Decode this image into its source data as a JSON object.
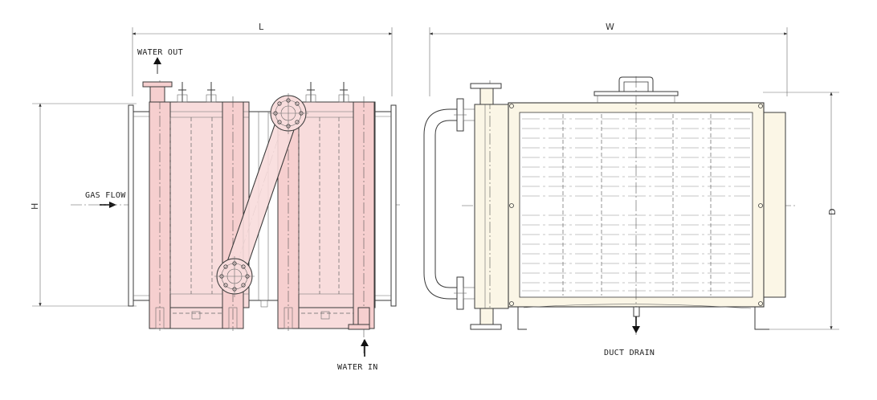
{
  "labels": {
    "water_out": "WATER OUT",
    "water_in": "WATER IN",
    "gas_flow": "GAS FLOW",
    "duct_drain": "DUCT DRAIN"
  },
  "dimensions": {
    "length": "L",
    "height": "H",
    "width": "W",
    "depth": "D"
  },
  "colors": {
    "casing_fill": "#f8dcdc",
    "frame_fill": "#fbf6e6",
    "line": "#3a3a3a"
  }
}
